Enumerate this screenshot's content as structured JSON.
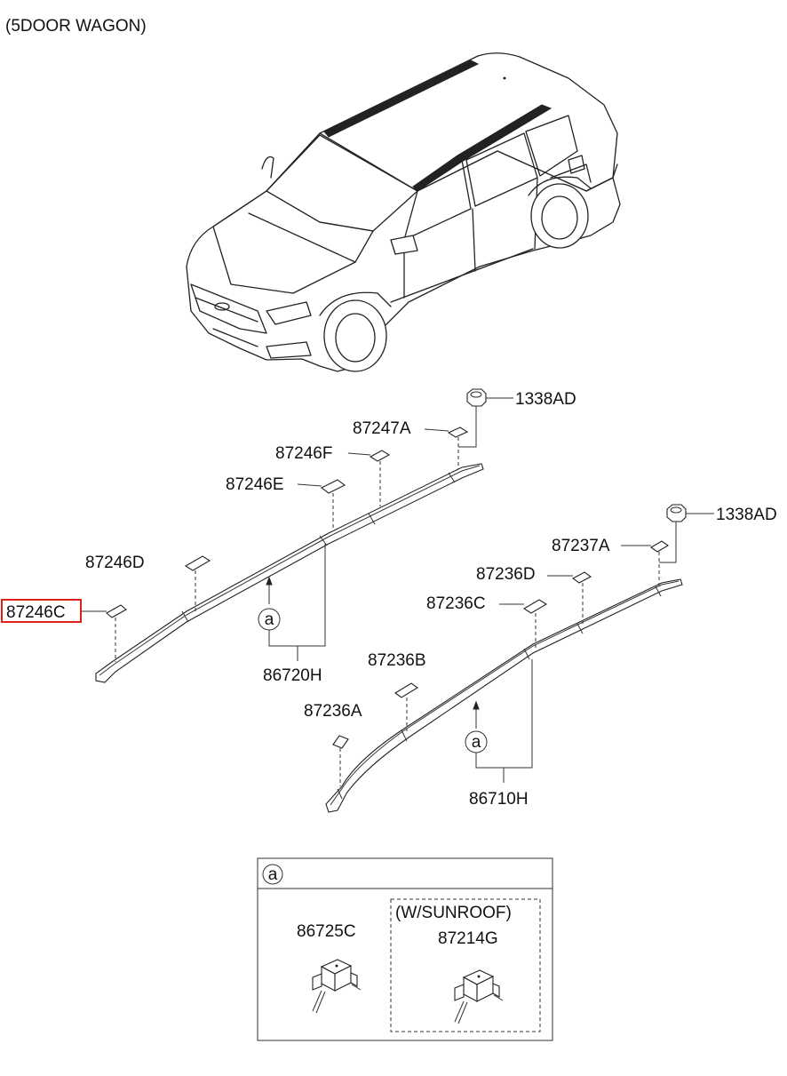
{
  "title": "(5DOOR WAGON)",
  "left_rail": {
    "assembly_label": "86720H",
    "callout": "a",
    "clips": [
      "87246C",
      "87246D",
      "87246E",
      "87246F",
      "87247A"
    ],
    "nut": "1338AD",
    "highlighted": "87246C"
  },
  "right_rail": {
    "assembly_label": "86710H",
    "callout": "a",
    "clips": [
      "87236A",
      "87236B",
      "87236C",
      "87236D",
      "87237A"
    ],
    "nut": "1338AD"
  },
  "detail_box": {
    "callout": "a",
    "part_standard": "86725C",
    "variant_label": "(W/SUNROOF)",
    "part_sunroof": "87214G"
  }
}
